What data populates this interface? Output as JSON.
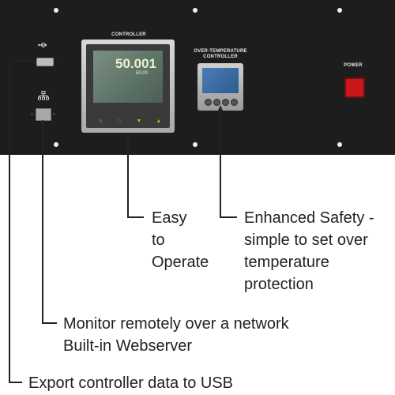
{
  "panel": {
    "controller_title": "CONTROLLER",
    "ot_title_line1": "OVER-TEMPERATURE",
    "ot_title_line2": "CONTROLLER",
    "power_label": "POWER",
    "controller_display_value": "50.001",
    "controller_display_sub": "50.00"
  },
  "callouts": {
    "easy": [
      "Easy",
      "to",
      "Operate"
    ],
    "safety": [
      "Enhanced Safety -",
      "simple to set over",
      "temperature",
      "protection"
    ],
    "network": [
      "Monitor remotely over a network",
      "Built-in Webserver"
    ],
    "usb": [
      "Export controller data to USB"
    ]
  },
  "icons": [
    "usb-icon",
    "ethernet-icon"
  ],
  "colors": {
    "panel": "#1d1d1d",
    "power_button": "#c8181c",
    "ot_screen": "#3a6aa3",
    "controller_screen": "#6c8076",
    "leader_line": "#222222"
  }
}
